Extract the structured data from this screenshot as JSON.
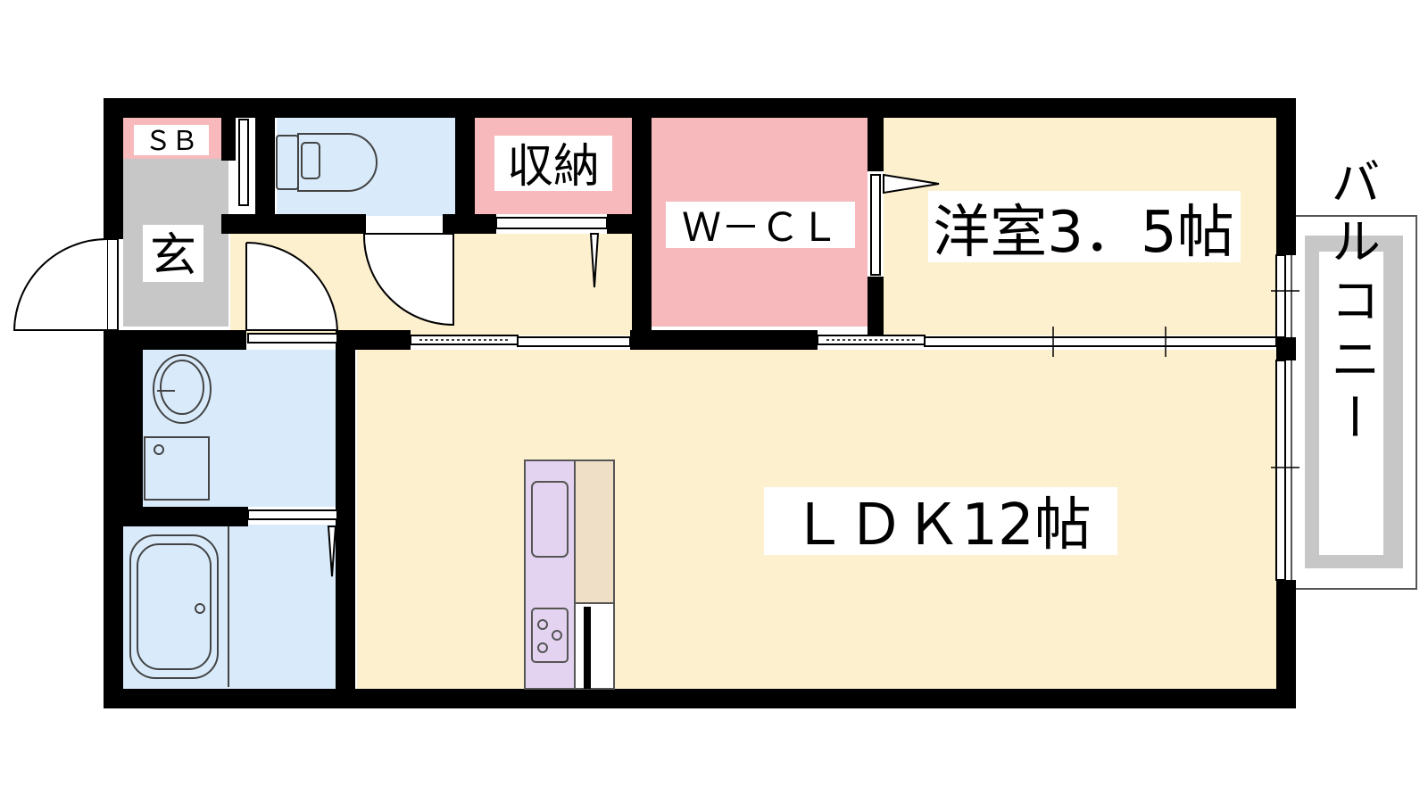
{
  "rooms": {
    "sb": {
      "label": "ＳＢ",
      "color": "#F7B9BC"
    },
    "entrance": {
      "label": "玄",
      "color": "#C7C7C7"
    },
    "storage": {
      "label": "収納",
      "color": "#F7B9BC"
    },
    "wcl": {
      "label": "Ｗ－ＣＬ",
      "color": "#F7B9BC"
    },
    "bedroom": {
      "label": "洋室3．5帖",
      "color": "#FDF0CF"
    },
    "ldk": {
      "label": "ＬＤＫ12帖",
      "color": "#FDF0CF"
    },
    "balcony": {
      "label": "バルコニー",
      "color": "#C7C7C7"
    },
    "toilet": {
      "color": "#D9EBFB"
    },
    "washroom": {
      "color": "#D9EBFB"
    },
    "bathroom": {
      "color": "#D9EBFB"
    },
    "hallway": {
      "color": "#FDF0CF"
    },
    "kitchen": {
      "color": "#E3D3F0"
    }
  },
  "colors": {
    "wall": "#000000",
    "counter": "#EEDFC6",
    "outline": "#555555"
  }
}
